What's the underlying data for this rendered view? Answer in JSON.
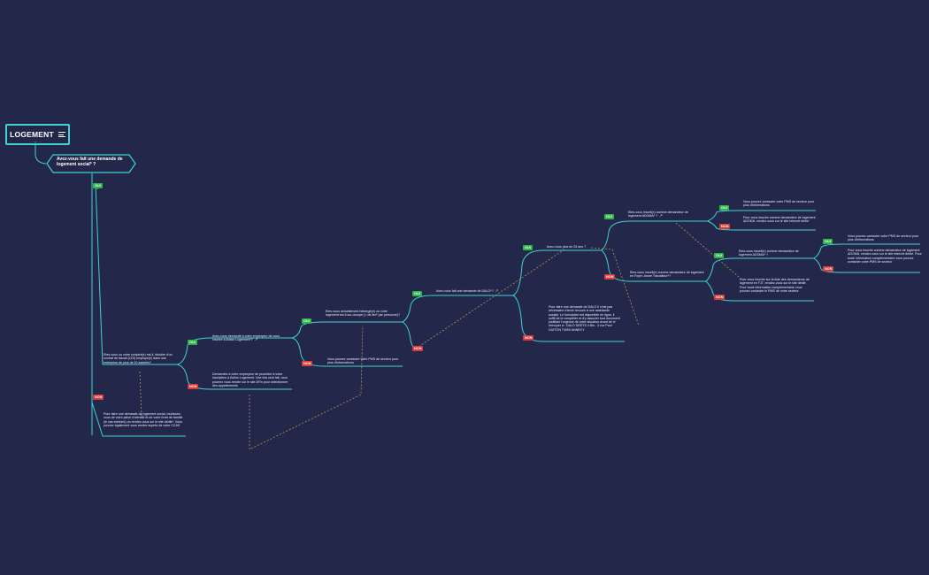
{
  "colors": {
    "background": "#23284a",
    "branch": "#3fd3d1",
    "oui": "#2fb44a",
    "non": "#d93a3a",
    "relation": "#c9a25a"
  },
  "root": {
    "label": "LOGEMENT",
    "icon": "menu-lines-icon"
  },
  "main_question": "Avez-vous fait une demande de logement social* ?",
  "labels": {
    "oui": "OUI",
    "non": "NON"
  },
  "nodes": {
    "q_cdi": "Etes-vous ou votre conjoint(e) est-il, titulaire d'un contrat de travail (CDI) employé(e) dans une entreprise de plus de 10 salariés?",
    "non_social": "Pour faire une demande de logement social, munissez-vous de votre pièce d'identité et de votre livret de famille (le cas échéant) ou rendez-vous sur le site dédié*. Vous pouvez également vous rendre auprès de votre CCAS",
    "q_action": "Avez-vous demandé à votre employeur de vous inscrire à Action Logement*?",
    "non_action": "Demandez à votre employeur de procéder à votre inscription à Action Logement. Une fois cela fait, vous pourrez vous rendre sur le site AFin pour sélectionner des appartements",
    "q_heberge": "Etes-vous actuellement hébergé(e) ou votre logement est-il sur-occupé (> de 8m² par personne)?",
    "non_heberge": "Vous pouvez contacter votre PMS de secteur pour plus d'informations",
    "q_dalo": "Avez-vous fait une demande de DALO*?",
    "non_dalo": "Pour faire une demande de DALO il n'est pas nécessaire d'avoir recours à une assistante sociale. Le formulaire est disponible en ligne, il suffit de le compléter et d'y associer tout document justifiant l'urgence de votre situation avant de le renvoyer à : DALO DDETS 4 Bis - 3 rue Paul GUITON 74000 ANNECY",
    "q_25": "Avez-vous plus de 25 ans ?",
    "q_adoma1": "Etes-vous inscrit(e) comme demandeur de logement ADOMA* ?",
    "oui_adoma1": "Vous pouvez contacter votre PMS de secteur pour plus d'informations",
    "non_adoma1": "Pour vous inscrire comme demandeur de logement ADOMA, rendez-vous sur le site internet dédié",
    "q_fjt": "Etes-vous inscrit(e) comme demandeur de logement en Foyer Jeune Travailleur*?",
    "non_fjt": "Pour vous inscrire sur la liste des demandeurs de logement en FJT, rendez-vous sur le site dédié. Pour toute information complémentaire vous pouvez contacter le PMS de votre secteur",
    "q_adoma2": "Etes-vous inscrit(e) comme demandeur de logement ADOMA* ?",
    "oui_adoma2": "Vous pouvez contacter votre PMS de secteur pour plus d'informations",
    "non_adoma2": "Pour vous inscrire comme demandeur de logement ADOMA, rendez-vous sur le site internet dédié. Pour toute information complémentaire vous pouvez contacter votre PMS de secteur"
  }
}
